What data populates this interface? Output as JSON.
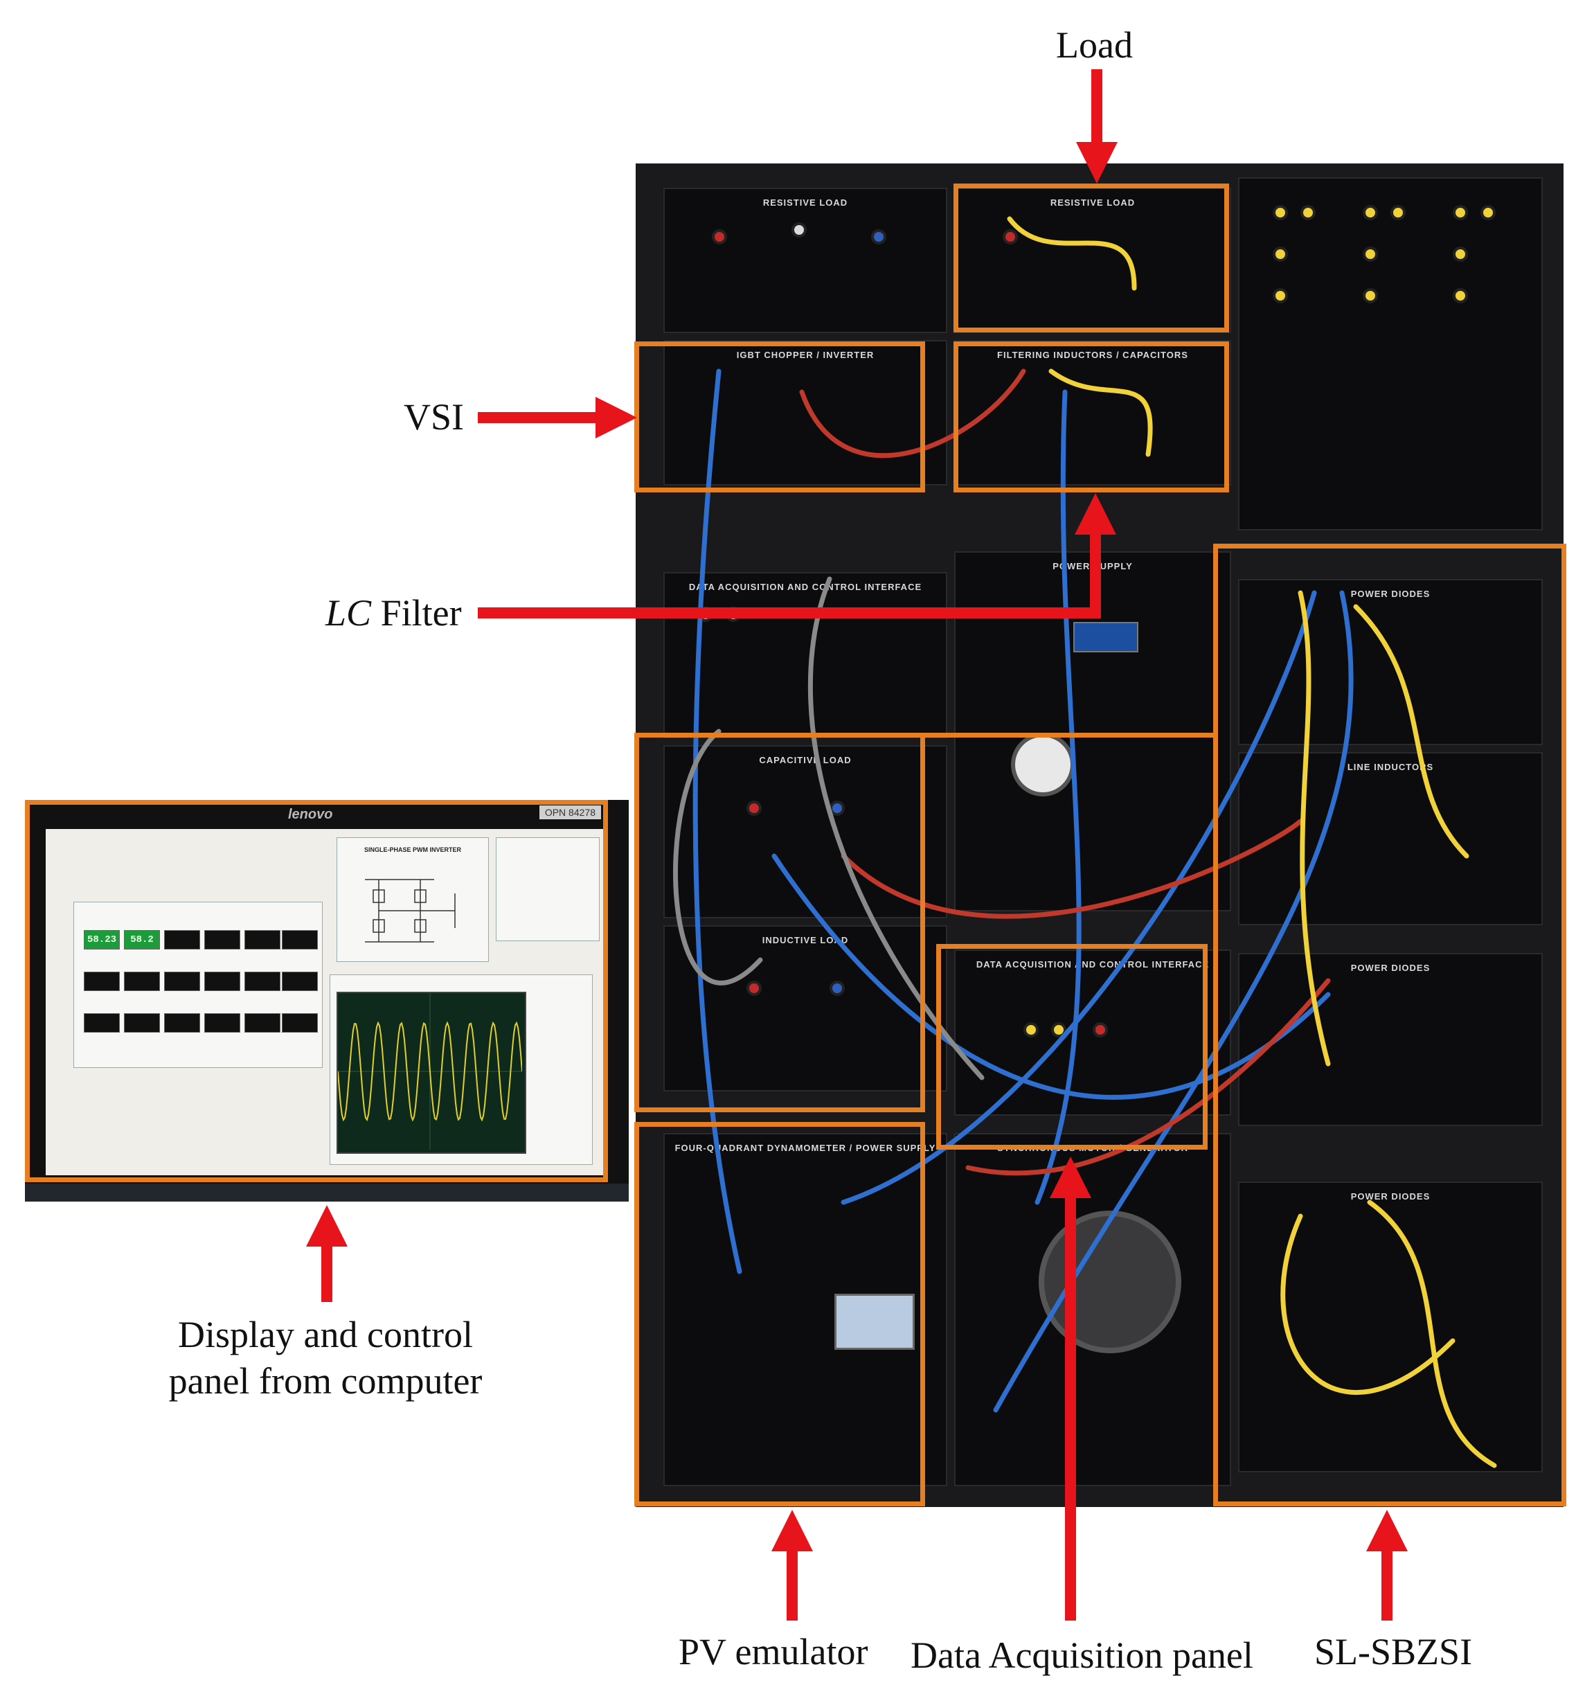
{
  "labels": {
    "load": "Load",
    "vsi": "VSI",
    "lc_filter_italic": "LC",
    "lc_filter_rest": " Filter",
    "display_line1": "Display and control",
    "display_line2": "panel from computer",
    "pv_emulator": "PV emulator",
    "daq_panel": "Data Acquisition panel",
    "sl_sbzsi": "SL-SBZSI"
  },
  "monitor": {
    "brand": "lenovo",
    "tag": "OPN 84278",
    "digits": [
      "58.23",
      "58.2"
    ],
    "software_title": "SINGLE-PHASE PWM INVERTER"
  },
  "panels": {
    "resistive_load": "RESISTIVE LOAD",
    "resistive_load_2": "RESISTIVE LOAD",
    "igbt": "IGBT CHOPPER / INVERTER",
    "filter": "FILTERING INDUCTORS / CAPACITORS",
    "daq_upper": "DATA ACQUISITION AND CONTROL INTERFACE",
    "power_supply": "POWER SUPPLY",
    "capacitive_load": "CAPACITIVE LOAD",
    "inductive_load": "INDUCTIVE LOAD",
    "daq_lower": "DATA ACQUISITION AND CONTROL INTERFACE",
    "dyn": "FOUR-QUADRANT DYNAMOMETER / POWER SUPPLY",
    "sync": "SYNCHRONOUS MOTOR / GENERATOR",
    "power_diodes_1": "POWER DIODES",
    "line_inductors": "LINE INDUCTORS",
    "power_diodes_2": "POWER DIODES",
    "power_diodes_3": "POWER DIODES"
  },
  "colors": {
    "arrow": "#e8141b",
    "highlight_box": "#e67e22",
    "wire_yellow": "#f2d23a",
    "wire_blue": "#2f6fd0",
    "wire_red": "#c0392b",
    "wire_gray": "#8a8a8a"
  }
}
